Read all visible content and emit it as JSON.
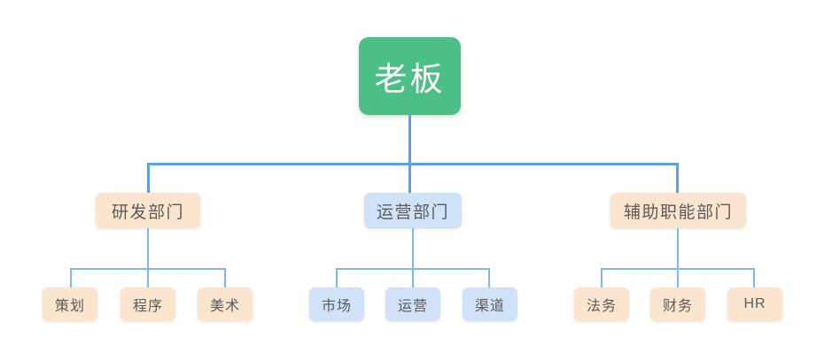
{
  "chart": {
    "type": "org-chart",
    "root": {
      "label": "老板",
      "color": "#4cbf87",
      "text_color": "#ffffff"
    },
    "connector_color": "#5aa0ea",
    "connector_color_light": "#7fb8ee",
    "background": "#ffffff",
    "palette": {
      "peach_fill": "#fce5ce",
      "blue_fill": "#cfe2f7",
      "node_text": "#5b5b5b"
    },
    "branches": [
      {
        "label": "研发部门",
        "color": "#fce5ce",
        "children": [
          {
            "label": "策划",
            "color": "#fce5ce"
          },
          {
            "label": "程序",
            "color": "#fce5ce"
          },
          {
            "label": "美术",
            "color": "#fce5ce"
          }
        ]
      },
      {
        "label": "运营部门",
        "color": "#cfe2f7",
        "children": [
          {
            "label": "市场",
            "color": "#cfe2f7"
          },
          {
            "label": "运营",
            "color": "#cfe2f7"
          },
          {
            "label": "渠道",
            "color": "#cfe2f7"
          }
        ]
      },
      {
        "label": "辅助职能部门",
        "color": "#fce5ce",
        "children": [
          {
            "label": "法务",
            "color": "#fce5ce"
          },
          {
            "label": "财务",
            "color": "#fce5ce"
          },
          {
            "label": "HR",
            "color": "#fce5ce"
          }
        ]
      }
    ]
  }
}
